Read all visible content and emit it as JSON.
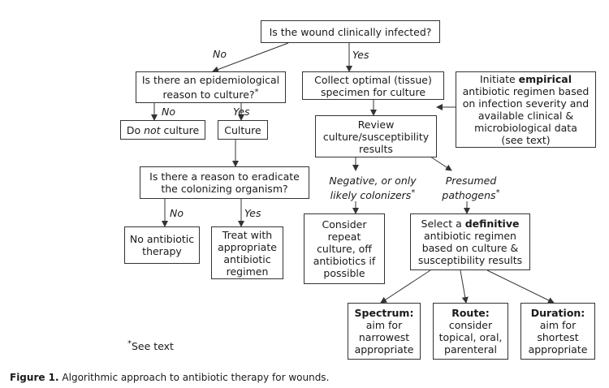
{
  "nodes": {
    "q_infected": "Is the wound clinically infected?",
    "q_epi_l1": "Is there an epidemiological",
    "q_epi_l2": "reason to culture?",
    "q_epi_mark": "*",
    "collect_l1": "Collect optimal (tissue)",
    "collect_l2": "specimen for culture",
    "empirical_l1_a": "Initiate ",
    "empirical_l1_b": "empirical",
    "empirical_l2": "antibiotic regimen based",
    "empirical_l3": "on infection severity and",
    "empirical_l4": "available clinical &",
    "empirical_l5": "microbiological data",
    "empirical_l6": "(see text)",
    "do_not_a": "Do ",
    "do_not_b": "not",
    "do_not_c": " culture",
    "culture": "Culture",
    "review_l1": "Review",
    "review_l2": "culture/susceptibility",
    "review_l3": "results",
    "q_eradicate_l1": "Is there a reason to eradicate",
    "q_eradicate_l2": "the colonizing organism?",
    "no_antibiotic_l1": "No antibiotic",
    "no_antibiotic_l2": "therapy",
    "treat_l1": "Treat with",
    "treat_l2": "appropriate",
    "treat_l3": "antibiotic",
    "treat_l4": "regimen",
    "consider_l1": "Consider",
    "consider_l2": "repeat",
    "consider_l3": "culture, off",
    "consider_l4": "antibiotics if",
    "consider_l5": "possible",
    "definitive_l1_a": "Select a ",
    "definitive_l1_b": "definitive",
    "definitive_l2": "antibiotic regimen",
    "definitive_l3": "based on culture &",
    "definitive_l4": "susceptibility results",
    "spectrum_title": "Spectrum:",
    "spectrum_l2": "aim for",
    "spectrum_l3": "narrowest",
    "spectrum_l4": "appropriate",
    "route_title": "Route:",
    "route_l2": "consider",
    "route_l3": "topical, oral,",
    "route_l4": "parenteral",
    "duration_title": "Duration:",
    "duration_l2": "aim for",
    "duration_l3": "shortest",
    "duration_l4": "appropriate"
  },
  "edge_labels": {
    "no_top": "No",
    "yes_top": "Yes",
    "no_epi": "No",
    "yes_epi": "Yes",
    "no_erad": "No",
    "yes_erad": "Yes",
    "negative_l1": "Negative, or only",
    "negative_l2": "likely colonizers",
    "negative_mark": "*",
    "presumed_l1": "Presumed",
    "presumed_l2": "pathogens",
    "presumed_mark": "*"
  },
  "footnote_mark": "*",
  "footnote": "See text",
  "caption_label": "Figure 1.",
  "caption_text": " Algorithmic approach to antibiotic therapy for wounds."
}
